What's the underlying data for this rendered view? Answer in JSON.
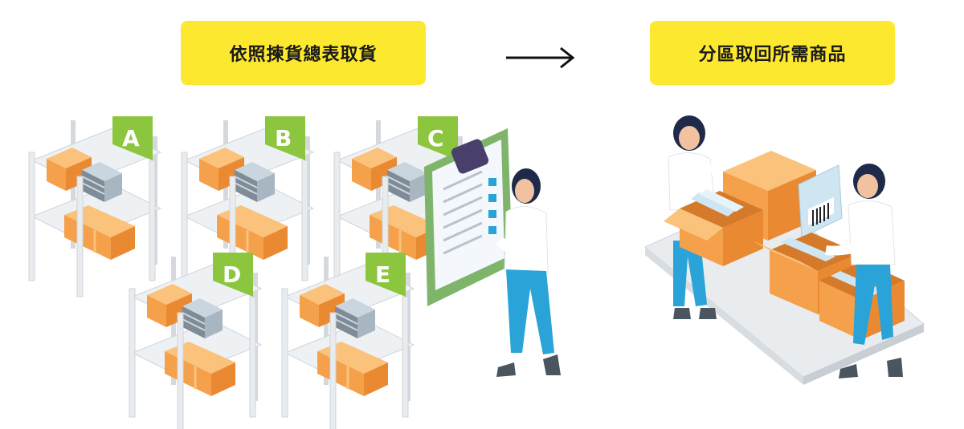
{
  "steps": {
    "step1_label": "依照揀貨總表取貨",
    "step2_label": "分區取回所需商品"
  },
  "shelves": [
    {
      "letter": "A"
    },
    {
      "letter": "B"
    },
    {
      "letter": "C"
    },
    {
      "letter": "D"
    },
    {
      "letter": "E"
    }
  ],
  "colors": {
    "label_bg": "#fde830",
    "tag_green": "#8cc63f",
    "box_orange": "#f5a04a",
    "shelf_frame": "#e9ecef",
    "jeans_blue": "#2aa3d8"
  },
  "icons": [
    "arrow-right-icon",
    "clipboard-icon",
    "barcode-icon"
  ]
}
